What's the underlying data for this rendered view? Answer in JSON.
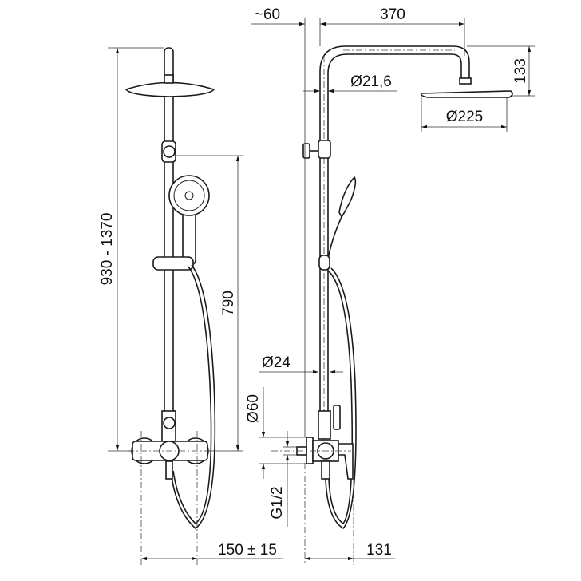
{
  "drawing": {
    "dimensions": {
      "height_range": "930 - 1370",
      "mixer_to_holder": "790",
      "wall_offset": "~60",
      "arm_length": "370",
      "arm_drop": "133",
      "pipe_diameter_top": "Ø21,6",
      "head_diameter": "Ø225",
      "pipe_diameter_bottom": "Ø24",
      "escutcheon_diameter": "Ø60",
      "thread": "G1/2",
      "inlet_spacing": "150 ± 15",
      "projection": "131"
    },
    "colors": {
      "line": "#1a1a1a",
      "background": "#ffffff"
    }
  }
}
